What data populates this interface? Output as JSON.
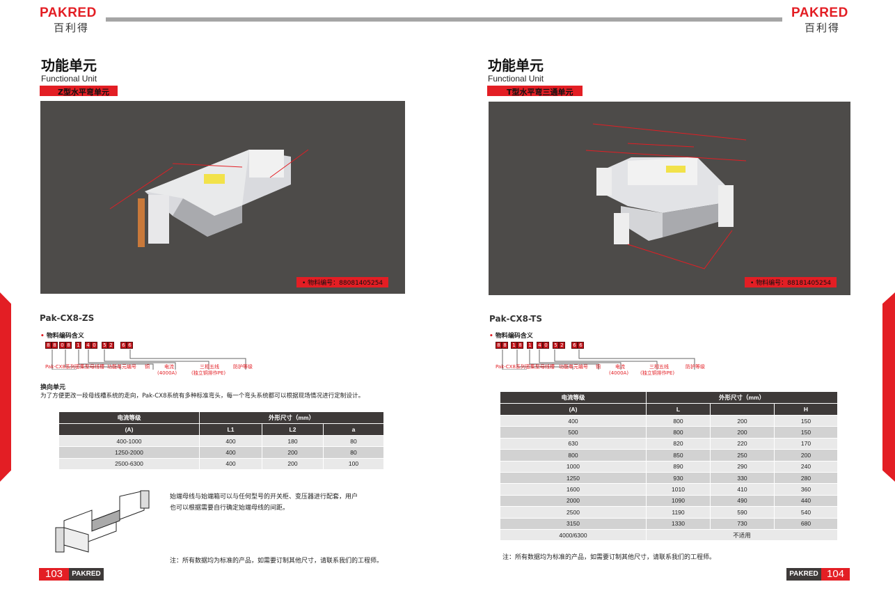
{
  "brand": {
    "logo": "PAKRED",
    "logo_cn": "百利得"
  },
  "colors": {
    "accent": "#e31e24",
    "dark": "#3e3a39",
    "photo_bg": "#4d4b49"
  },
  "left": {
    "title": "功能单元",
    "subtitle": "Functional Unit",
    "tag": "Z型水平弯单元",
    "material_no": "• 物料编号：88081405254",
    "model": "Pak-CX8-ZS",
    "code_title": "物料编码含义",
    "code_digits": [
      "8",
      "8",
      "0",
      "8",
      "1",
      "4",
      "0",
      "5",
      "2",
      "6",
      "6"
    ],
    "code_labels": [
      "Pak-CX8系列密集型母线槽",
      "功能单元编号",
      "铜",
      "电流",
      "(4000A)",
      "三相五线",
      "(独立铜排作PE)",
      "防护等级"
    ],
    "section_heading": "换向单元",
    "section_text": "为了方便更改一段母线槽系统的走向，Pak-CX8系统有多种标准弯头，每一个弯头系统都可以根据现场情况进行定制设计。",
    "table": {
      "h1": [
        "电流等级",
        "外形尺寸（mm）"
      ],
      "h2": [
        "(A)",
        "L1",
        "L2",
        "a"
      ],
      "rows": [
        [
          "400-1000",
          "400",
          "180",
          "80"
        ],
        [
          "1250-2000",
          "400",
          "200",
          "80"
        ],
        [
          "2500-6300",
          "400",
          "200",
          "100"
        ]
      ]
    },
    "desc": [
      "始端母线与始端箱可以与任何型号的开关柜、变压器进行配套，用户",
      "也可以根据需要自行确定始端母线的间距。"
    ],
    "note": "注：所有数据均为标准的产品，如需要订制其他尺寸，请联系我们的工程师。",
    "page": "103"
  },
  "right": {
    "title": "功能单元",
    "subtitle": "Functional Unit",
    "tag": "T型水平弯三通单元",
    "material_no": "• 物料编号：88181405254",
    "model": "Pak-CX8-TS",
    "code_title": "物料编码含义",
    "code_digits": [
      "8",
      "8",
      "1",
      "8",
      "1",
      "4",
      "0",
      "5",
      "2",
      "6",
      "6"
    ],
    "code_labels": [
      "Pak-CX8系列密集型母线槽",
      "功能单元编号",
      "铜",
      "电流",
      "(4000A)",
      "三相五线",
      "(独立铜排作PE)",
      "防护等级"
    ],
    "table": {
      "h1": [
        "电流等级",
        "外形尺寸（mm）"
      ],
      "h2": [
        "(A)",
        "L",
        "",
        "H"
      ],
      "rows": [
        [
          "400",
          "800",
          "200",
          "150"
        ],
        [
          "500",
          "800",
          "200",
          "150"
        ],
        [
          "630",
          "820",
          "220",
          "170"
        ],
        [
          "800",
          "850",
          "250",
          "200"
        ],
        [
          "1000",
          "890",
          "290",
          "240"
        ],
        [
          "1250",
          "930",
          "330",
          "280"
        ],
        [
          "1600",
          "1010",
          "410",
          "360"
        ],
        [
          "2000",
          "1090",
          "490",
          "440"
        ],
        [
          "2500",
          "1190",
          "590",
          "540"
        ],
        [
          "3150",
          "1330",
          "730",
          "680"
        ]
      ],
      "last_row": [
        "4000/6300",
        "不适用"
      ]
    },
    "note": "注：所有数据均为标准的产品，如需要订制其他尺寸，请联系我们的工程师。",
    "page": "104"
  }
}
